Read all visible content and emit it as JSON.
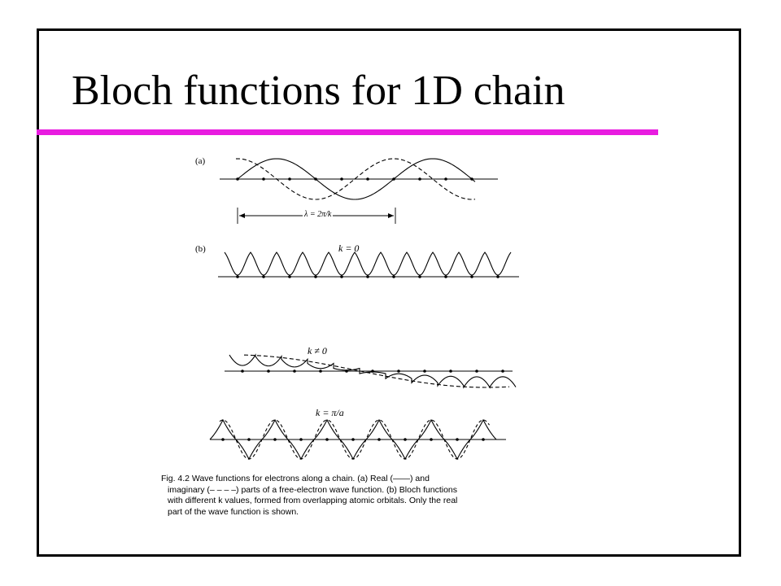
{
  "slide": {
    "title": "Bloch functions for 1D chain",
    "accent_color": "#e81ce0"
  },
  "figure": {
    "panel_a_label": "(a)",
    "panel_b_label": "(b)",
    "wavelength_label": "λ = 2π/k",
    "k_zero_label": "k = 0",
    "k_nonzero_label": "k ≠ 0",
    "k_pi_label": "k = π/a"
  },
  "caption": {
    "lines": [
      "Fig. 4.2 Wave functions for electrons along a chain. (a) Real (——) and",
      "imaginary (– – – –) parts of a free-electron wave function. (b) Bloch functions",
      "with different k values, formed from overlapping atomic orbitals. Only the real",
      "part of the wave function is shown."
    ]
  }
}
